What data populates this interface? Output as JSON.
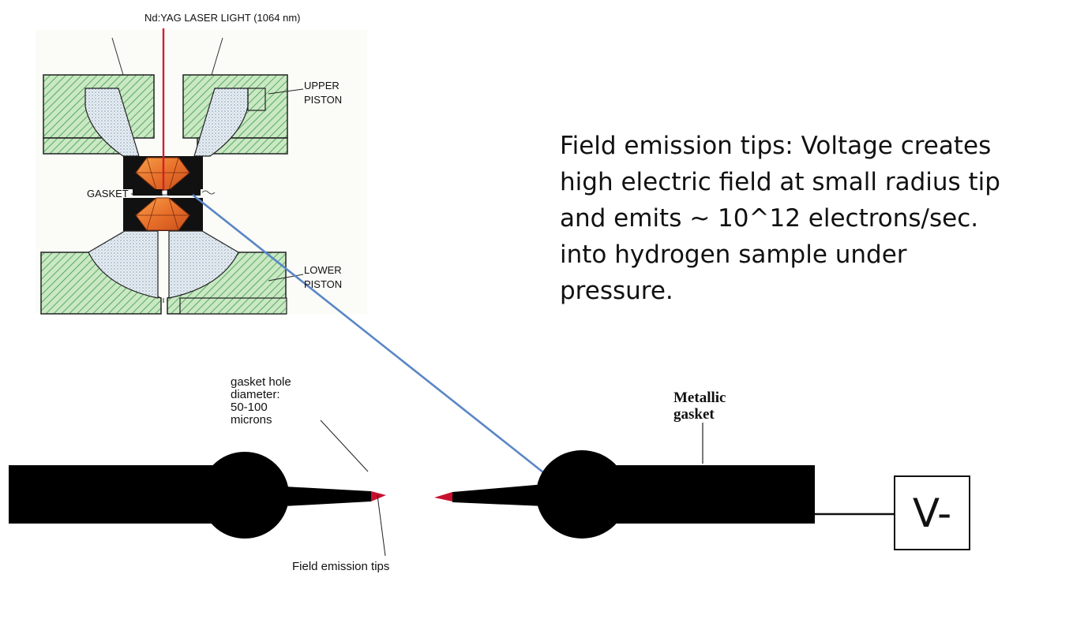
{
  "labels": {
    "laser": "Nd:YAG LASER LIGHT (1064 nm)",
    "upper_piston_1": "UPPER",
    "upper_piston_2": "PISTON",
    "gasket": "GASKET",
    "lower_piston_1": "LOWER",
    "lower_piston_2": "PISTON",
    "hole_1": "gasket hole",
    "hole_2": "diameter:",
    "hole_3": "50-100",
    "hole_4": "microns",
    "metallic_1": "Metallic",
    "metallic_2": "gasket",
    "tips": "Field emission tips",
    "voltage": "V-"
  },
  "description": [
    "Field emission tips: Voltage creates",
    "high electric field at small radius tip",
    "and emits ~ 10^12 electrons/sec.",
    "into hydrogen sample under",
    "pressure."
  ],
  "colors": {
    "laser_beam": "#d0202e",
    "connector_line": "#5a86c6",
    "piston_fill": "#c6e6c0",
    "piston_hatch": "#3f9a4a",
    "diamond": "#ec7a2a",
    "seat_dots": "#8fa6b8"
  }
}
